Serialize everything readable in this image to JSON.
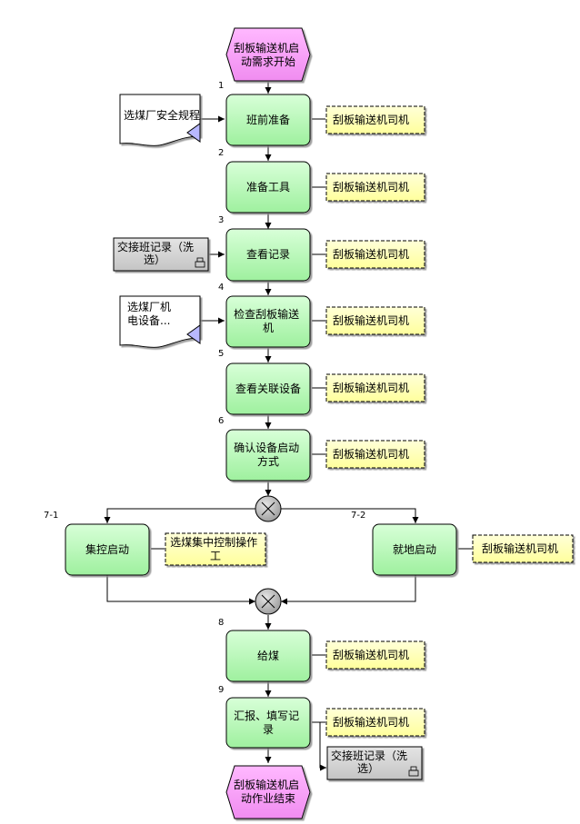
{
  "start_event": [
    "刮板输送机启",
    "动需求开始"
  ],
  "end_event": [
    "刮板输送机启",
    "动作业结束"
  ],
  "steps": [
    {
      "number": "1",
      "lines": [
        "班前准备"
      ],
      "role": "刮板输送机司机"
    },
    {
      "number": "2",
      "lines": [
        "准备工具"
      ],
      "role": "刮板输送机司机"
    },
    {
      "number": "3",
      "lines": [
        "查看记录"
      ],
      "role": "刮板输送机司机"
    },
    {
      "number": "4",
      "lines": [
        "检查刮板输送",
        "机"
      ],
      "role": "刮板输送机司机"
    },
    {
      "number": "5",
      "lines": [
        "查看关联设备"
      ],
      "role": "刮板输送机司机"
    },
    {
      "number": "6",
      "lines": [
        "确认设备启动",
        "方式"
      ],
      "role": "刮板输送机司机"
    },
    {
      "number": "7-1",
      "lines": [
        "集控启动"
      ],
      "role_lines": [
        "选煤集中控制操作",
        "工"
      ]
    },
    {
      "number": "7-2",
      "lines": [
        "就地启动"
      ],
      "role": "刮板输送机司机"
    },
    {
      "number": "8",
      "lines": [
        "给煤"
      ],
      "role": "刮板输送机司机"
    },
    {
      "number": "9",
      "lines": [
        "汇报、填写记",
        "录"
      ],
      "role": "刮板输送机司机"
    }
  ],
  "documents": [
    {
      "lines": [
        "选煤厂安全规程"
      ]
    },
    {
      "lines": [
        "选煤厂机",
        "电设备..."
      ]
    }
  ],
  "records": [
    {
      "lines": [
        "交接班记录（洗",
        "选）"
      ]
    },
    {
      "lines": [
        "交接班记录（洗",
        "选）"
      ]
    }
  ]
}
